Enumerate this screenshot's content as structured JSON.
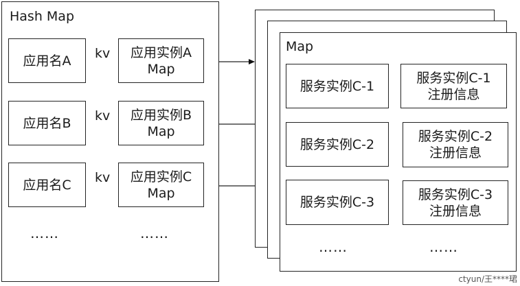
{
  "hashmap": {
    "title": "Hash Map",
    "rows": [
      {
        "key": "应用名A",
        "rel": "kv",
        "value_line1": "应用实例A",
        "value_line2": "Map"
      },
      {
        "key": "应用名B",
        "rel": "kv",
        "value_line1": "应用实例B",
        "value_line2": "Map"
      },
      {
        "key": "应用名C",
        "rel": "kv",
        "value_line1": "应用实例C",
        "value_line2": "Map"
      }
    ],
    "ellipsis_left": "……",
    "ellipsis_right": "……"
  },
  "map": {
    "title": "Map",
    "rows": [
      {
        "key": "服务实例C-1",
        "value_line1": "服务实例C-1",
        "value_line2": "注册信息"
      },
      {
        "key": "服务实例C-2",
        "value_line1": "服务实例C-2",
        "value_line2": "注册信息"
      },
      {
        "key": "服务实例C-3",
        "value_line1": "服务实例C-3",
        "value_line2": "注册信息"
      }
    ],
    "ellipsis_left": "……",
    "ellipsis_right": "……"
  },
  "watermark": "ctyun/王****珺"
}
